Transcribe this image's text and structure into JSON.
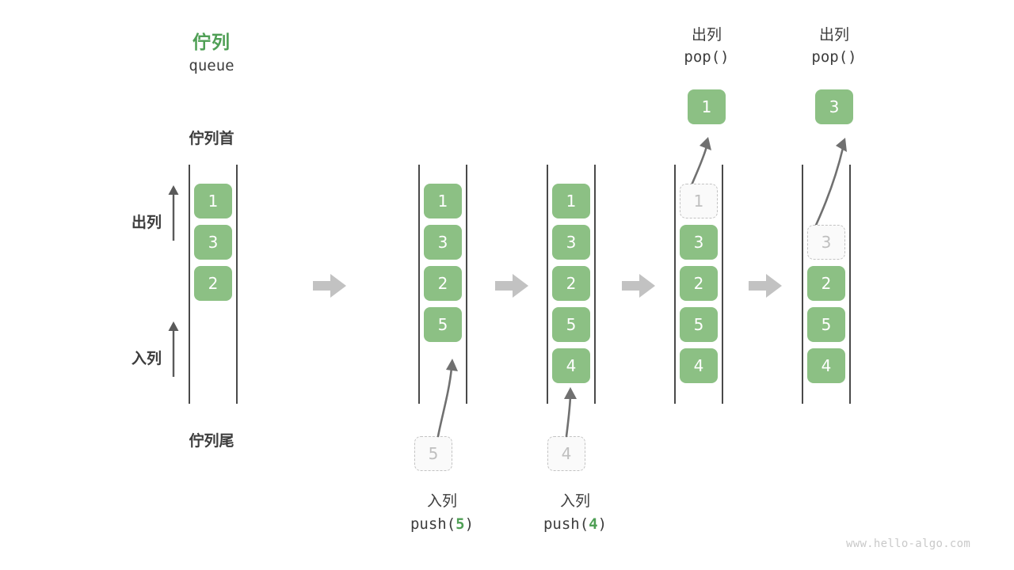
{
  "diagram": {
    "title_cn": "佇列",
    "title_code": "queue",
    "head_label": "佇列首",
    "tail_label": "佇列尾",
    "dequeue_label": "出列",
    "enqueue_label": "入列",
    "watermark": "www.hello-algo.com",
    "accent_green": "#4f9f55",
    "cell_green": "#8cc084",
    "ghost_gray": "#bfbfbf",
    "rail_gray": "#4a4a4a",
    "arrow_gray": "#c2c2c2",
    "curve_gray": "#707070",
    "text_dark": "#3d3d3d"
  },
  "steps": [
    {
      "id": "initial",
      "header_cn": "",
      "header_code": "",
      "header_code_arg": "",
      "cells": [
        {
          "value": "1",
          "state": "filled"
        },
        {
          "value": "3",
          "state": "filled"
        },
        {
          "value": "2",
          "state": "filled"
        }
      ],
      "incoming": null,
      "outgoing": null,
      "caption_cn": "",
      "caption_code": "",
      "caption_arg": ""
    },
    {
      "id": "push-5",
      "header_cn": "",
      "header_code": "",
      "header_code_arg": "",
      "cells": [
        {
          "value": "1",
          "state": "filled"
        },
        {
          "value": "3",
          "state": "filled"
        },
        {
          "value": "2",
          "state": "filled"
        },
        {
          "value": "5",
          "state": "filled"
        }
      ],
      "incoming": {
        "value": "5"
      },
      "outgoing": null,
      "caption_cn": "入列",
      "caption_code": "push(",
      "caption_arg": "5",
      "caption_code_end": ")"
    },
    {
      "id": "push-4",
      "header_cn": "",
      "header_code": "",
      "header_code_arg": "",
      "cells": [
        {
          "value": "1",
          "state": "filled"
        },
        {
          "value": "3",
          "state": "filled"
        },
        {
          "value": "2",
          "state": "filled"
        },
        {
          "value": "5",
          "state": "filled"
        },
        {
          "value": "4",
          "state": "filled"
        }
      ],
      "incoming": {
        "value": "4"
      },
      "outgoing": null,
      "caption_cn": "入列",
      "caption_code": "push(",
      "caption_arg": "4",
      "caption_code_end": ")"
    },
    {
      "id": "pop-1",
      "header_cn": "出列",
      "header_code": "pop()",
      "cells": [
        {
          "value": "1",
          "state": "ghost"
        },
        {
          "value": "3",
          "state": "filled"
        },
        {
          "value": "2",
          "state": "filled"
        },
        {
          "value": "5",
          "state": "filled"
        },
        {
          "value": "4",
          "state": "filled"
        }
      ],
      "incoming": null,
      "outgoing": {
        "value": "1"
      },
      "caption_cn": "",
      "caption_code": "",
      "caption_arg": ""
    },
    {
      "id": "pop-3",
      "header_cn": "出列",
      "header_code": "pop()",
      "cells": [
        {
          "value": "",
          "state": "empty"
        },
        {
          "value": "3",
          "state": "ghost"
        },
        {
          "value": "2",
          "state": "filled"
        },
        {
          "value": "5",
          "state": "filled"
        },
        {
          "value": "4",
          "state": "filled"
        }
      ],
      "incoming": null,
      "outgoing": {
        "value": "3"
      },
      "caption_cn": "",
      "caption_code": "",
      "caption_arg": ""
    }
  ],
  "separators": [
    {
      "id": "sep-1"
    },
    {
      "id": "sep-2"
    },
    {
      "id": "sep-3"
    },
    {
      "id": "sep-4"
    }
  ]
}
